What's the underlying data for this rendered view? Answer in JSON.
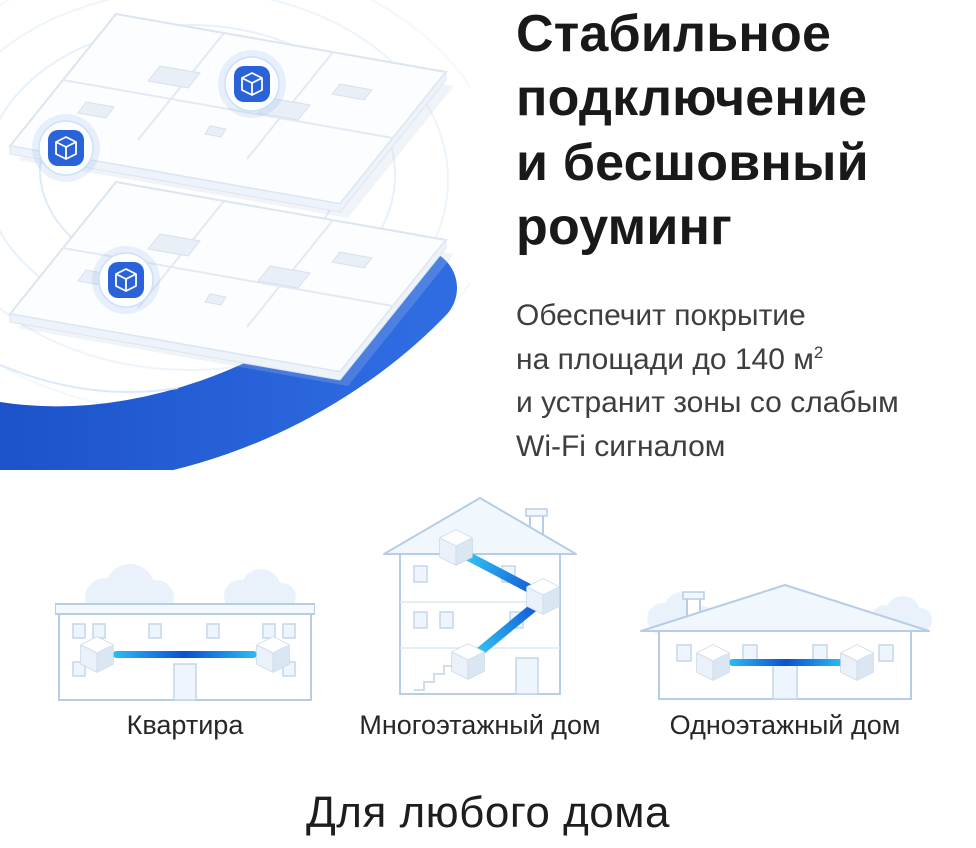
{
  "hero": {
    "heading_lines": [
      "Стабильное",
      "подключение",
      "и бесшовный",
      "роуминг"
    ],
    "body": {
      "line1": "Обеспечит покрытие",
      "line2_prefix": "на площади до 140 м",
      "line2_sup": "2",
      "line3": "и устранит зоны со слабым",
      "line4": "Wi-Fi сигналом"
    }
  },
  "homes": [
    {
      "label": "Квартира"
    },
    {
      "label": "Многоэтажный дом"
    },
    {
      "label": "Одноэтажный дом"
    }
  ],
  "footer": {
    "title": "Для любого дома"
  },
  "colors": {
    "accent_blue": "#2a63d9",
    "swoosh_blue": "#2360d5",
    "beam_cyan": "#2bbdf2",
    "beam_blue": "#0b50d0",
    "illustration_outline": "#b7cde7",
    "illustration_light": "#e9f2fb",
    "text_heading": "#191919",
    "text_body": "#3e3e3e"
  }
}
